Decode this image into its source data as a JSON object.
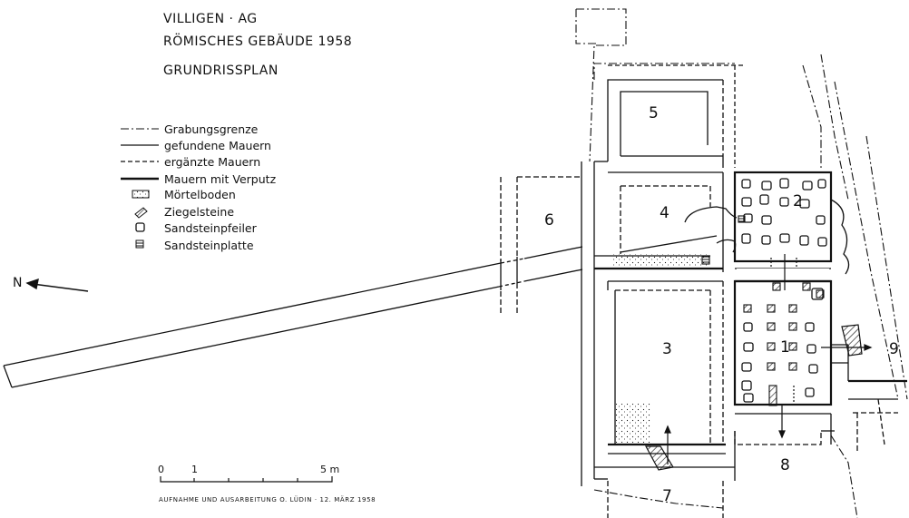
{
  "title": {
    "line1": "VILLIGEN · AG",
    "line2": "RÖMISCHES GEBÄUDE 1958",
    "line3": "GRUNDRISSPLAN"
  },
  "legend": [
    {
      "symbol": "dash-dot-line",
      "label": "Grabungsgrenze"
    },
    {
      "symbol": "solid-line",
      "label": "gefundene Mauern"
    },
    {
      "symbol": "dashed-line",
      "label": "ergänzte Mauern"
    },
    {
      "symbol": "thick-line",
      "label": "Mauern mit Verputz"
    },
    {
      "symbol": "stipple-rect",
      "label": "Mörtelboden"
    },
    {
      "symbol": "hatched-brick",
      "label": "Ziegelsteine"
    },
    {
      "symbol": "rounded-square",
      "label": "Sandsteinpfeiler"
    },
    {
      "symbol": "striped-square",
      "label": "Sandsteinplatte"
    }
  ],
  "north": {
    "label": "N",
    "icon": "north-arrow-icon"
  },
  "rooms": [
    "1",
    "2",
    "3",
    "4",
    "5",
    "6",
    "7",
    "8",
    "9"
  ],
  "scale": {
    "labels": [
      "0",
      "1",
      "5 m"
    ]
  },
  "credit": "AUFNAHME UND AUSARBEITUNG O. LÜDIN · 12. MÄRZ 1958",
  "colors": {
    "ink": "#111111",
    "paper": "#ffffff"
  }
}
